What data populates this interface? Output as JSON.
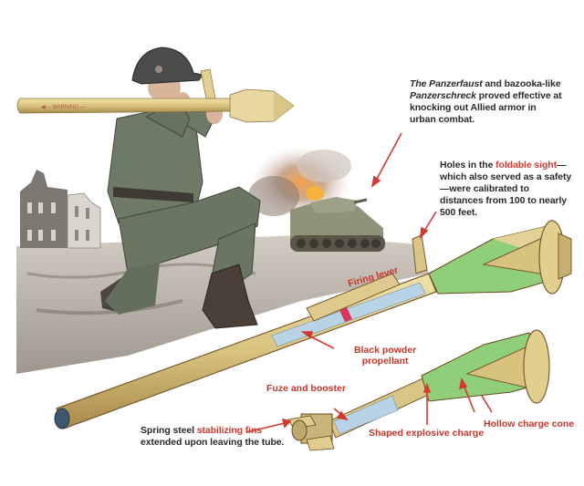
{
  "figure": {
    "subject": "Panzerfaust anti-tank weapon cutaway",
    "colors": {
      "annotation_red": "#d23a2e",
      "body_text": "#2a2a2a",
      "tube_tan": "#d9c585",
      "explosive_green": "#8fcf7a",
      "propellant_blue": "#b9d3e6",
      "uniform_green": "#6f7a66",
      "background": "#ffffff"
    }
  },
  "notes": {
    "intro": {
      "part1": "The Panzerfaust",
      "part2": " and bazooka-like ",
      "part3": "Panzerschreck",
      "part4": " proved effective at knocking out Allied armor in urban combat."
    },
    "sight": {
      "part1": "Holes in the ",
      "highlight": "foldable sight",
      "part2": "—which also served as a safety—were calibrated to distances from 100 to nearly 500 feet."
    },
    "fins": {
      "part1": "Spring steel ",
      "highlight": "stabilizing fins",
      "part2": " extended upon leaving the tube."
    }
  },
  "labels": {
    "firing_lever": "Firing lever",
    "black_powder_line1": "Black powder",
    "black_powder_line2": "propellant",
    "fuze_booster": "Fuze and booster",
    "shaped_charge": "Shaped explosive charge",
    "hollow_cone": "Hollow charge cone"
  }
}
